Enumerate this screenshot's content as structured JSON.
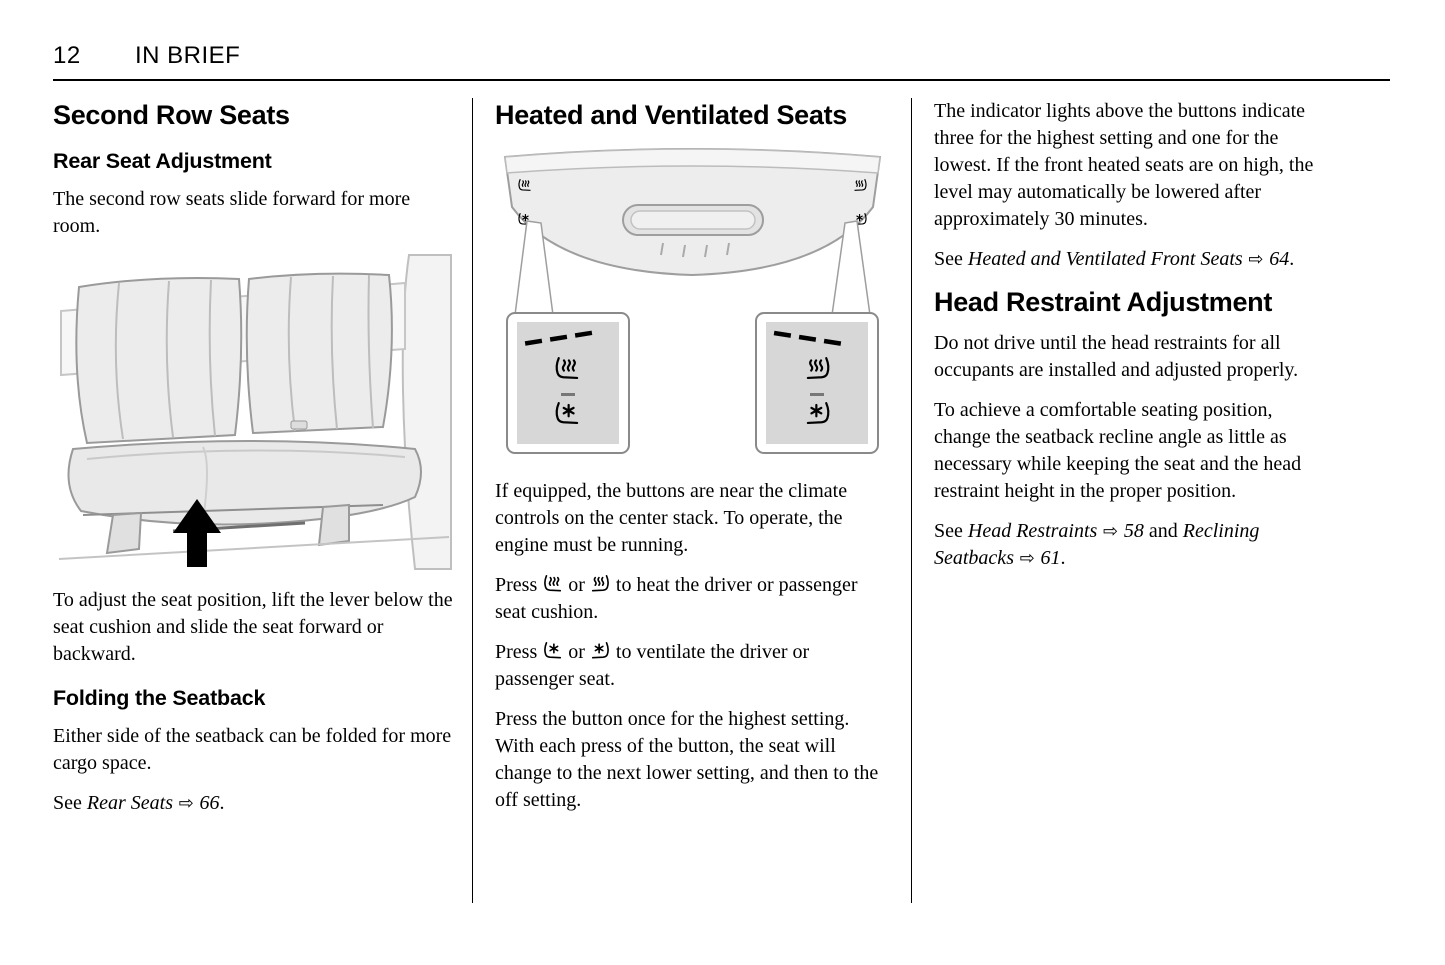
{
  "header": {
    "page_number": "12",
    "section_title": "IN BRIEF"
  },
  "icons": {
    "heated_seat_driver": "seat-with-heat-waves-left",
    "heated_seat_passenger": "seat-with-heat-waves-right",
    "ventilated_seat_driver": "seat-with-fan-left",
    "ventilated_seat_passenger": "seat-with-fan-right",
    "cross_reference_arrow": "⇨"
  },
  "col1": {
    "title": "Second Row Seats",
    "sub1": "Rear Seat Adjustment",
    "p1": "The second row seats slide forward for more room.",
    "p2": "To adjust the seat position, lift the lever below the seat cushion and slide the seat forward or backward.",
    "sub2": "Folding the Seatback",
    "p3": "Either side of the seatback can be folded for more cargo space.",
    "see": {
      "prefix": "See ",
      "ref": "Rear Seats",
      "arrow": " ⇨ ",
      "page": "66",
      "suffix": "."
    }
  },
  "col2": {
    "title": "Heated and Ventilated Seats",
    "p1": "If equipped, the buttons are near the climate controls on the center stack. To operate, the engine must be running.",
    "press_heat": {
      "pre": "Press ",
      "or": " or ",
      "post": " to heat the driver or passenger seat cushion."
    },
    "press_vent": {
      "pre": "Press ",
      "or": " or ",
      "post": " to ventilate the driver or passenger seat."
    },
    "p4": "Press the button once for the highest setting. With each press of the button, the seat will change to the next lower setting, and then to the off setting."
  },
  "col3": {
    "p1": "The indicator lights above the buttons indicate three for the highest setting and one for the lowest. If the front heated seats are on high, the level may automatically be lowered after approximately 30 minutes.",
    "see1": {
      "prefix": "See ",
      "ref": "Heated and Ventilated Front Seats",
      "arrow": " ⇨ ",
      "page": "64",
      "suffix": "."
    },
    "title": "Head Restraint Adjustment",
    "p2": "Do not drive until the head restraints for all occupants are installed and adjusted properly.",
    "p3": "To achieve a comfortable seating position, change the seatback recline angle as little as necessary while keeping the seat and the head restraint height in the proper position.",
    "see2": {
      "prefix": "See ",
      "ref1": "Head Restraints",
      "arrow1": " ⇨ ",
      "page1": "58",
      "mid": " and ",
      "ref2": "Reclining Seatbacks",
      "arrow2": " ⇨ ",
      "page2": "61",
      "suffix": "."
    }
  }
}
